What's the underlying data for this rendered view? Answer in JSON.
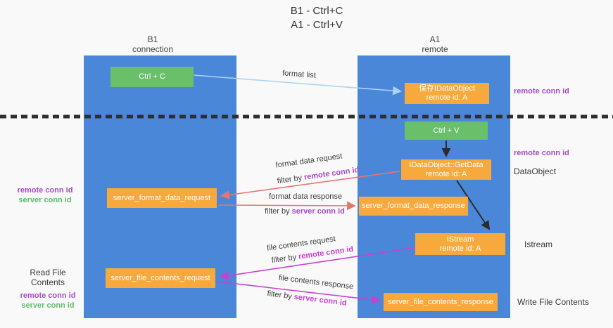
{
  "title": {
    "line1": "B1 - Ctrl+C",
    "line2": "A1 - Ctrl+V"
  },
  "lanes": {
    "left": {
      "name": "B1",
      "role": "connection"
    },
    "right": {
      "name": "A1",
      "role": "remote"
    }
  },
  "nodes": {
    "ctrl_c": {
      "label": "Ctrl + C"
    },
    "ctrl_v": {
      "label": "Ctrl + V"
    },
    "save_dataobject": {
      "line1": "保存IDataObject",
      "line2": "remote id: A"
    },
    "getdata": {
      "line1": "IDataObject::GetData",
      "line2": "remote id: A"
    },
    "istream": {
      "line1": "IStream",
      "line2": "remote id: A"
    },
    "format_request": {
      "label": "server_format_data_request"
    },
    "format_response": {
      "label": "server_format_data_response"
    },
    "file_request": {
      "label": "server_file_contents_request"
    },
    "file_response": {
      "label": "server_file_contents_response"
    }
  },
  "edges": {
    "format_list": {
      "label": "format list"
    },
    "format_request": {
      "label": "format data request",
      "filter_prefix": "filter by ",
      "filter_key": "remote conn id"
    },
    "format_response": {
      "label": "format data response",
      "filter_prefix": "filter by ",
      "filter_key": "server conn id"
    },
    "file_request": {
      "label": "file contents request",
      "filter_prefix": "filter by ",
      "filter_key": "remote conn id"
    },
    "file_response": {
      "label": "file contents response",
      "filter_prefix": "filter by ",
      "filter_key": "server conn id"
    }
  },
  "side_labels": {
    "remote_conn_id_top": "remote conn id",
    "remote_conn_id_mid": "remote conn id",
    "dataobject": "DataObject",
    "istream": "Istream",
    "write_file_contents": "Write File Contents",
    "read_file_contents": "Read File Contents",
    "left_mid": {
      "remote": "remote conn id",
      "server": "server conn id"
    },
    "left_bottom": {
      "remote": "remote conn id",
      "server": "server conn id"
    }
  },
  "colors": {
    "lane_blue": "#4b87d9",
    "node_green": "#6abf6b",
    "node_orange": "#f8a93d",
    "arrow_red": "#e8756d",
    "arrow_magenta": "#cc3ed0",
    "arrow_lightblue": "#a9d4f2",
    "arrow_black": "#2b2b2b",
    "label_purple": "#a64bc6",
    "label_green": "#5fbb68"
  }
}
